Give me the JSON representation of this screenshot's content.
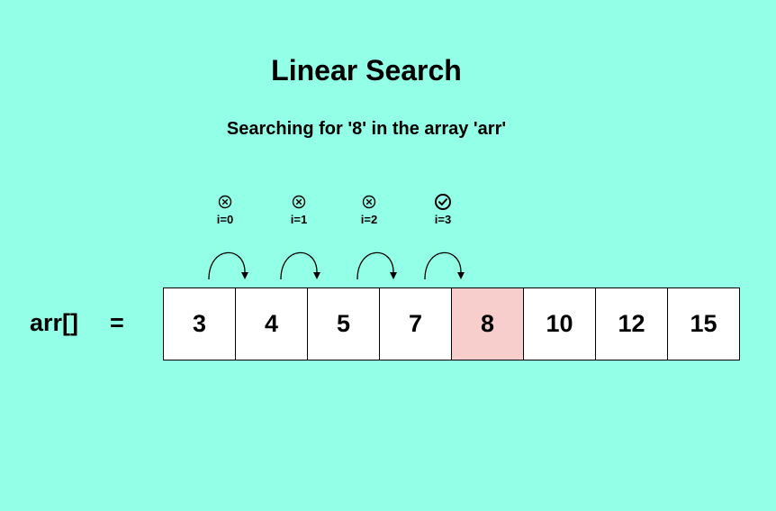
{
  "title": "Linear Search",
  "subtitle": "Searching for '8' in the array 'arr'",
  "array_label": "arr[]",
  "equals_sign": "=",
  "array": {
    "values": [
      "3",
      "4",
      "5",
      "7",
      "8",
      "10",
      "12",
      "15"
    ],
    "found_index": 4,
    "found_color": "#F8CECC"
  },
  "steps": [
    {
      "label": "i=0",
      "icon": "cross-circle-icon",
      "result": "mismatch"
    },
    {
      "label": "i=1",
      "icon": "cross-circle-icon",
      "result": "mismatch"
    },
    {
      "label": "i=2",
      "icon": "cross-circle-icon",
      "result": "mismatch"
    },
    {
      "label": "i=3",
      "icon": "check-circle-icon",
      "result": "match"
    }
  ],
  "colors": {
    "background": "#92FFE6",
    "cell_background": "#FFFFFF",
    "found_cell": "#F8CECC"
  }
}
